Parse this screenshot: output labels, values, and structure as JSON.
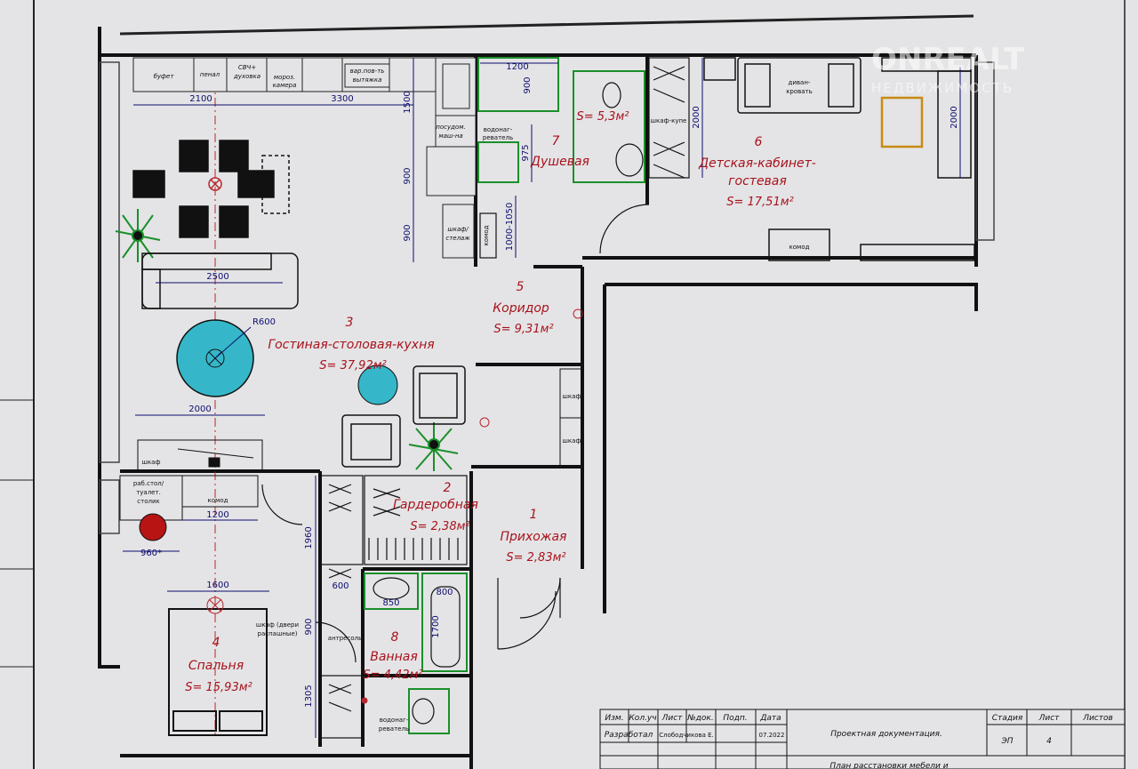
{
  "watermark": {
    "brand": "ONREALT",
    "sub": "НЕДВИЖИМОСТЬ"
  },
  "rooms": [
    {
      "num": "1",
      "name": "Прихожая",
      "area": "S= 2,83м²"
    },
    {
      "num": "2",
      "name": "Гардеробная",
      "area": "S= 2,38м²"
    },
    {
      "num": "3",
      "name": "Гостиная-столовая-кухня",
      "area": "S= 37,92м²"
    },
    {
      "num": "4",
      "name": "Спальня",
      "area": "S= 15,93м²"
    },
    {
      "num": "5",
      "name": "Коридор",
      "area": "S= 9,31м²"
    },
    {
      "num": "6",
      "name": "Детская-кабинет-",
      "name2": "гостевая",
      "area": "S= 17,51м²"
    },
    {
      "num": "7",
      "name": "Душевая",
      "area": "S= 5,3м²"
    },
    {
      "num": "8",
      "name": "Ванная",
      "area": "S= 4,42м²"
    }
  ],
  "dimensions": {
    "d2100": "2100",
    "d3300": "3300",
    "d2500": "2500",
    "dR600": "R600",
    "d2000a": "2000",
    "d1200a": "1200",
    "d960": "960*",
    "d1600": "1600",
    "d1960": "1960",
    "d900a": "900",
    "d1305": "1305",
    "d600": "600",
    "d850": "850",
    "d800": "800",
    "d1700": "1700",
    "d1500": "1500",
    "d900b": "900",
    "d900c": "900",
    "d1200b": "1200",
    "d900d": "900",
    "d975": "975",
    "d1000": "1000-1050",
    "d2000b": "2000",
    "d2000c": "2000"
  },
  "furniture": {
    "bufet": "буфет",
    "penal": "пенал",
    "svch1": "СВЧ+",
    "svch2": "духовка",
    "moroz1": "мороз.",
    "moroz2": "камера",
    "vyt1": "вар.пов-ть",
    "vyt2": "вытяжка",
    "posud1": "посудом.",
    "posud2": "маш-на",
    "vodonag1": "водонаг-",
    "vodonag2": "реватель",
    "shkafStel1": "шкаф/",
    "shkafStel2": "стелаж",
    "komod": "комод",
    "shkafKupe": "шкаф-купе",
    "divan1": "диван-",
    "divan2": "кровать",
    "shkaf": "шкаф",
    "rabStol1": "раб.стол/",
    "rabStol2": "туалет.",
    "rabStol3": "столик",
    "antresol": "антресоль",
    "shkafDveri1": "шкаф (двери",
    "shkafDveri2": "распашные)"
  },
  "title_block": {
    "h_izm": "Изм.",
    "h_kol": "Кол.уч",
    "h_list": "Лист",
    "h_ndok": "№док.",
    "h_podp": "Подп.",
    "h_data": "Дата",
    "razrab": "Разработал",
    "author": "Слободчикова Е.",
    "date": "07.2022",
    "doc": "Проектная документация.",
    "plan_title": "План расстановки мебели и",
    "stadia_h": "Стадия",
    "list_h": "Лист",
    "listov_h": "Листов",
    "stadia": "ЭП",
    "list": "4"
  },
  "colors": {
    "wall": "#111111",
    "dim": "#0d0d6e",
    "label": "#a8121c",
    "accent": "#35b7c9",
    "plant": "#1a8f2a"
  }
}
